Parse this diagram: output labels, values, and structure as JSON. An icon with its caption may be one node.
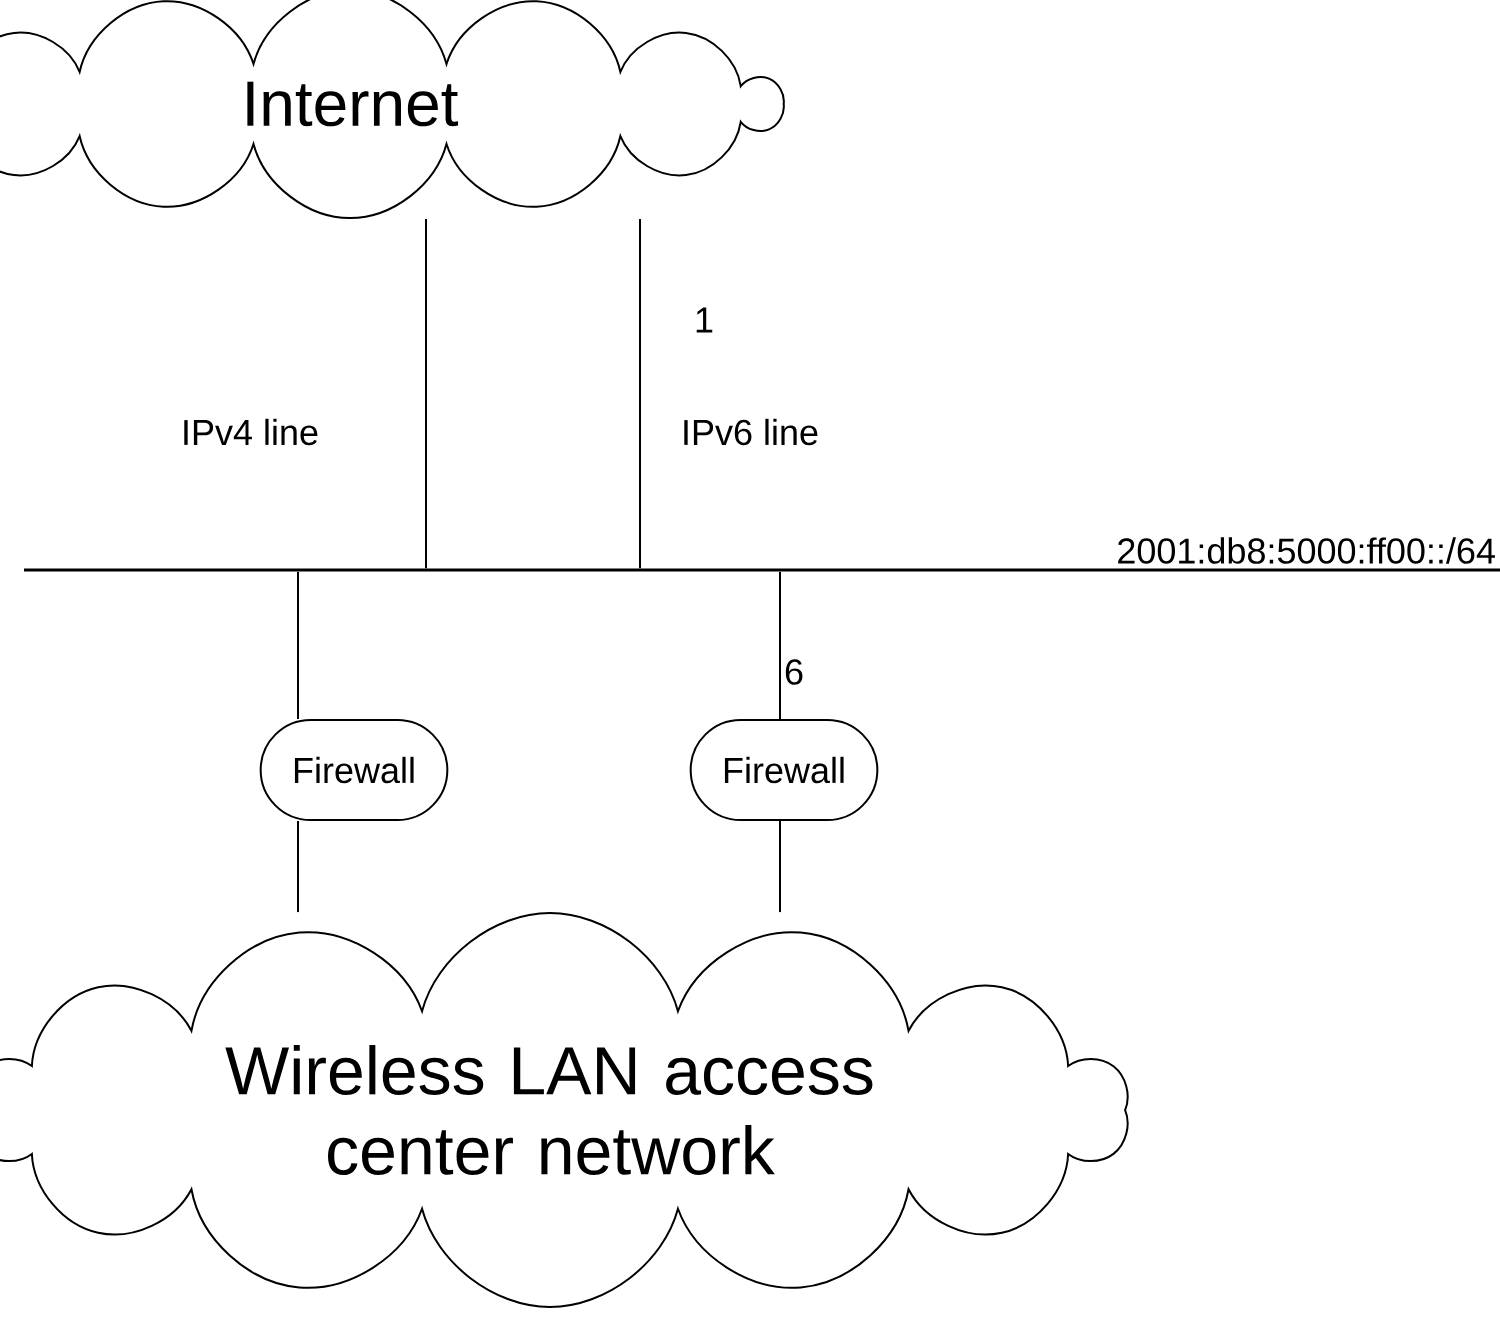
{
  "diagram": {
    "nodes": [
      {
        "text": [
          "Internet"
        ]
      },
      {
        "text": [],
        "shape": "bar",
        "beside": [
          "2001:db8:5000:ff00::/64"
        ]
      },
      {
        "text": [
          "Firewall"
        ]
      },
      {
        "text": [
          "Firewall"
        ]
      },
      {
        "text": [
          "Wireless LAN access center network"
        ]
      }
    ],
    "edges": [
      {
        "from": 0,
        "to": 1,
        "arrow": "none",
        "label": "IPv4 line"
      },
      {
        "from": 0,
        "to": 1,
        "arrow": "none",
        "label": "IPv6 line"
      },
      {
        "from": 1,
        "to": 2,
        "arrow": "none"
      },
      {
        "from": 1,
        "to": 3,
        "arrow": "none"
      },
      {
        "from": 2,
        "to": 4,
        "arrow": "none"
      },
      {
        "from": 3,
        "to": 4,
        "arrow": "none"
      }
    ],
    "labels": [
      "1",
      "6"
    ]
  }
}
